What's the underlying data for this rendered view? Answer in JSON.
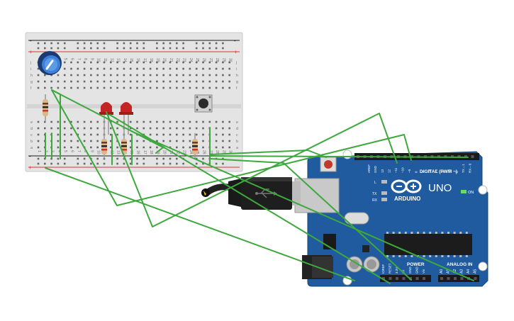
{
  "breadboard": {
    "row_letters_top": [
      "j",
      "i",
      "h",
      "g",
      "f"
    ],
    "row_letters_bottom": [
      "e",
      "d",
      "c",
      "b",
      "a"
    ],
    "column_numbers": [
      "1",
      "2",
      "3",
      "4",
      "5",
      "6",
      "7",
      "8",
      "9",
      "10",
      "11",
      "12",
      "13",
      "14",
      "15",
      "16",
      "17",
      "18",
      "19",
      "20",
      "21",
      "22",
      "23",
      "24",
      "25",
      "26",
      "27",
      "28",
      "29",
      "30"
    ],
    "rail_plus": "+",
    "rail_minus": "-"
  },
  "arduino": {
    "model": "UNO",
    "brand": "ARDUINO",
    "digital_header_label": "DIGITAL (PWM ~)",
    "power_label": "POWER",
    "analog_label": "ANALOG IN",
    "on_label": "ON",
    "led_labels": [
      "L",
      "TX",
      "RX"
    ],
    "aref_label": "AREF",
    "gnd_label": "GND",
    "digital_pins": [
      "13",
      "12",
      "~11",
      "~10",
      "~9",
      "8",
      "7",
      "~6",
      "~5",
      "4",
      "~3",
      "2",
      "TX→1",
      "RX←0"
    ],
    "power_pins": [
      "IOREF",
      "RESET",
      "3.3V",
      "5V",
      "GND",
      "GND",
      "Vin"
    ],
    "analog_pins": [
      "A0",
      "A1",
      "A2",
      "A3",
      "A4",
      "A5"
    ]
  },
  "colors": {
    "wire": "#3ea83e",
    "board": "#1f5b9e",
    "breadboard": "#e6e6e6",
    "led": "#c42424"
  }
}
